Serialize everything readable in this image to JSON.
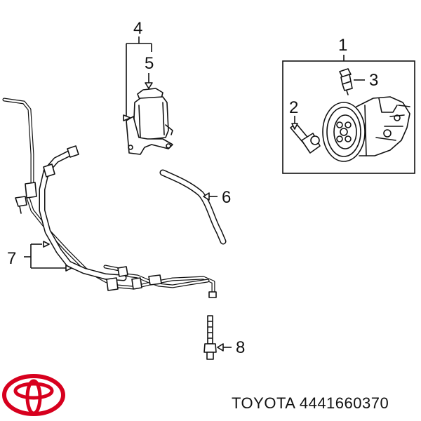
{
  "callouts": {
    "c1": "1",
    "c2": "2",
    "c3": "3",
    "c4": "4",
    "c5": "5",
    "c6": "6",
    "c7": "7",
    "c8": "8"
  },
  "footer": {
    "brand": "TOYOTA",
    "part_number": "4441660370"
  },
  "colors": {
    "logo": "#d7001e",
    "line": "#111111",
    "background": "#ffffff"
  },
  "icons": {
    "logo": "toyota-logo-icon"
  }
}
